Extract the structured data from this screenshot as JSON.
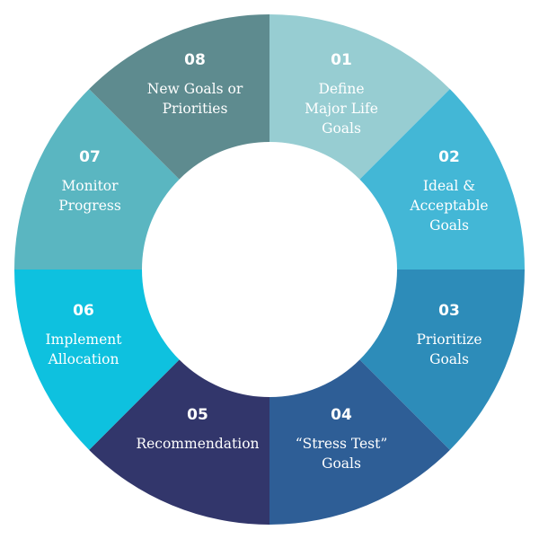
{
  "diagram": {
    "type": "cycle-ring",
    "segments": [
      {
        "number": "01",
        "lines": [
          "Define",
          "Major Life",
          "Goals"
        ],
        "color": "#97cdd2"
      },
      {
        "number": "02",
        "lines": [
          "Ideal &",
          "Acceptable",
          "Goals"
        ],
        "color": "#43b7d6"
      },
      {
        "number": "03",
        "lines": [
          "Prioritize",
          "Goals"
        ],
        "color": "#2d8cb9"
      },
      {
        "number": "04",
        "lines": [
          "“Stress Test”",
          "Goals"
        ],
        "color": "#2e5e96"
      },
      {
        "number": "05",
        "lines": [
          "Recommendation"
        ],
        "color": "#32366b"
      },
      {
        "number": "06",
        "lines": [
          "Implement",
          "Allocation"
        ],
        "color": "#0ec1df"
      },
      {
        "number": "07",
        "lines": [
          "Monitor",
          "Progress"
        ],
        "color": "#5ab6c1"
      },
      {
        "number": "08",
        "lines": [
          "New Goals or",
          "Priorities"
        ],
        "color": "#5e8b8f"
      }
    ]
  }
}
